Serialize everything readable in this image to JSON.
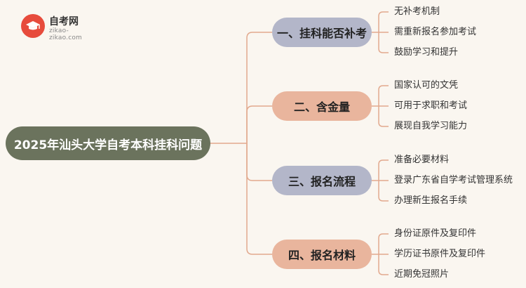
{
  "logo": {
    "title": "自考网",
    "url": "zikao-zikao.com"
  },
  "mindmap": {
    "root": "2025年汕头大学自考本科挂科问题",
    "branches": [
      {
        "label": "一、挂科能否补考",
        "color": "#b3b6c9",
        "items": [
          "无补考机制",
          "需重新报名参加考试",
          "鼓励学习和提升"
        ]
      },
      {
        "label": "二、含金量",
        "color": "#e9b59d",
        "items": [
          "国家认可的文凭",
          "可用于求职和考试",
          "展现自我学习能力"
        ]
      },
      {
        "label": "三、报名流程",
        "color": "#b3b6c9",
        "items": [
          "准备必要材料",
          "登录广东省自学考试管理系统",
          "办理新生报名手续"
        ]
      },
      {
        "label": "四、报名材料",
        "color": "#e9b59d",
        "items": [
          "身份证原件及复印件",
          "学历证书原件及复印件",
          "近期免冠照片"
        ]
      }
    ],
    "line_color": "#e2a98e"
  }
}
